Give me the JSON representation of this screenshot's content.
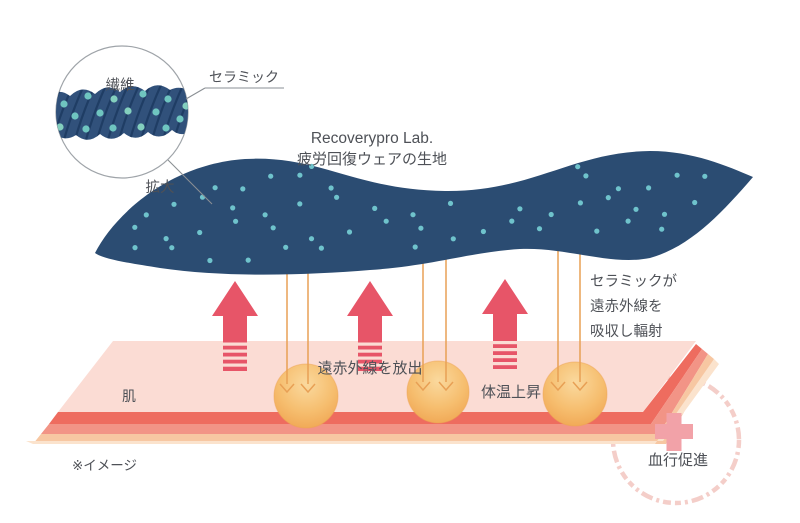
{
  "magnifier": {
    "fiber_label": "繊維",
    "ceramic_label": "セラミック",
    "zoom_label": "拡大"
  },
  "fabric": {
    "brand": "Recoverypro Lab.",
    "name": "疲労回復ウェアの生地"
  },
  "annotations": {
    "emit": "遠赤外線を放出",
    "absorb_line1": "セラミックが",
    "absorb_line2": "遠赤外線を",
    "absorb_line3": "吸収し輻射",
    "temperature": "体温上昇"
  },
  "skin": {
    "label": "肌",
    "note": "※イメージ"
  },
  "badge": {
    "label": "血行促進"
  },
  "colors": {
    "navy": "#2B4C72",
    "fiber": "#31517B",
    "fiberline": "#1D3A61",
    "dot": "#6FC3CC",
    "ropedot": "#6FC5C0",
    "ropedot2": "#83CFBE",
    "arrow": "#E75568",
    "skin": "#FBDCD4",
    "layer1": "#EE6C5F",
    "layer2": "#F29486",
    "layer3": "#F7C7A2",
    "layer4": "#FBE3CD",
    "ray": "#E8A055",
    "cross": "#F2A2A8",
    "ring": "#F3C6C0",
    "text": "#4E5157",
    "leader": "#8A8F94",
    "note": "#5E6166"
  }
}
